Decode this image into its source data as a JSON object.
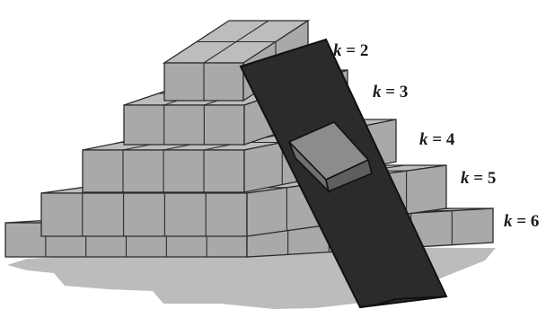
{
  "figure": {
    "colors": {
      "top_face": "#bdbdbd",
      "side_face": "#a9a9a9",
      "grid_line": "#2b2b2b",
      "slab": "#2b2b2b",
      "slab_edge": "#111111",
      "highlight_cube_top": "#8c8c8c",
      "highlight_cube_front": "#6f6f6f",
      "highlight_cube_side": "#5e5e5e",
      "base_shadow": "#bcbcbc"
    },
    "labels": [
      {
        "id": "k2",
        "var": "k",
        "rest": " = 2"
      },
      {
        "id": "k3",
        "var": "k",
        "rest": " = 3"
      },
      {
        "id": "k4",
        "var": "k",
        "rest": " = 4"
      },
      {
        "id": "k5",
        "var": "k",
        "rest": " = 5"
      },
      {
        "id": "k6",
        "var": "k",
        "rest": " = 6"
      }
    ]
  }
}
